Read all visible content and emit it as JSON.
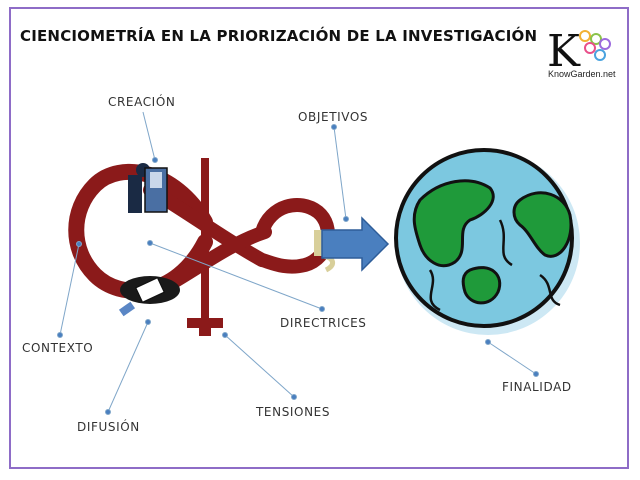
{
  "title": "CIENCIOMETRÍA EN LA PRIORIZACIÓN DE LA INVESTIGACIÓN",
  "logo": {
    "letter": "K",
    "site": "KnowGarden.net"
  },
  "labels": {
    "creacion": "CREACIÓN",
    "objetivos": "OBJETIVOS",
    "contexto": "CONTEXTO",
    "directrices": "DIRECTRICES",
    "difusion": "DIFUSIÓN",
    "tensiones": "TENSIONES",
    "finalidad": "FINALIDAD"
  },
  "colors": {
    "frame": "#8e6cc7",
    "loop": "#8b1a1a",
    "arrow": "#4a7fbf",
    "ocean": "#7cc8e0",
    "land": "#1f9a3a",
    "leader": "#7fa6c9"
  }
}
